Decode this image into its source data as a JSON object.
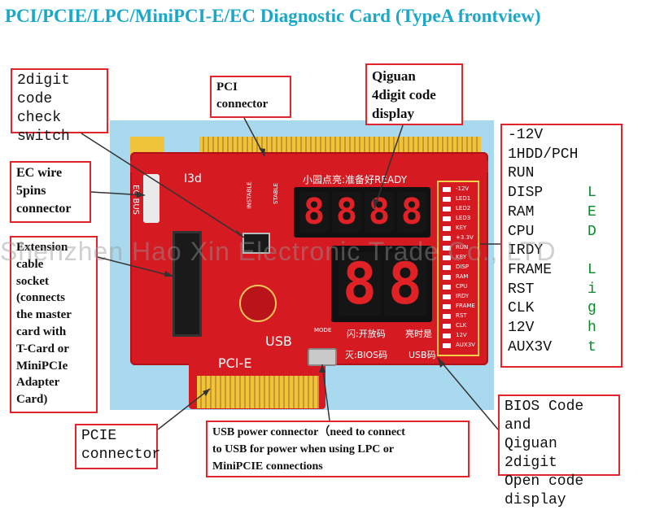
{
  "title": "PCI/PCIE/LPC/MiniPCI-E/EC Diagnostic Card (TypeA frontview)",
  "watermark": "Shenzhen Hao Xin Electronic Trade Co., LTD",
  "board": {
    "label_i3d": "I3d",
    "label_ecbus": "EC BUS",
    "label_ready": "小园点亮:准备好READY",
    "label_instable": "INSTABLE",
    "label_stable": "STABLE",
    "label_usb": "USB",
    "label_mode": "MODE",
    "label_pcie": "PCI-E",
    "label_open": "闪:开放码",
    "label_on_bios": "灭:BIOS码",
    "label_lit": "亮时是",
    "label_usbcode": "USB码",
    "display4": [
      "8",
      "8",
      "8",
      "8"
    ],
    "display2": [
      "8",
      "8"
    ],
    "leds": [
      "-12V",
      "LED1",
      "LED2",
      "LED3",
      "KEY",
      "+3.3V",
      "RUN",
      "KEY",
      "DISP",
      "RAM",
      "CPU",
      "IRDY",
      "FRAME",
      "RST",
      "CLK",
      "12V",
      "AUX3V"
    ]
  },
  "callouts": {
    "switch": [
      "2digit",
      "code check",
      "switch"
    ],
    "pci": [
      "PCI",
      "connector"
    ],
    "qiguan4": [
      "Qiguan",
      "4digit code",
      "display"
    ],
    "ecwire": [
      "EC wire",
      "5pins",
      "connector"
    ],
    "extension": [
      "Extension",
      "cable",
      "socket",
      "(connects",
      "the master",
      "card with",
      "T-Card or",
      "MiniPCIe",
      "Adapter",
      "Card)"
    ],
    "pcie": [
      "PCIE",
      "connector"
    ],
    "usbpower": [
      "USB power connector（need to connect",
      "to USB for power when using LPC or",
      "MiniPCIE connections"
    ],
    "bios": [
      "BIOS Code and",
      "Qiguan 2digit",
      "Open code",
      "display"
    ]
  },
  "signals": [
    "-12V",
    "1HDD/PCH",
    "RUN",
    "DISP",
    "RAM",
    "CPU",
    "IRDY",
    "FRAME",
    "RST",
    "CLK",
    "12V",
    "AUX3V"
  ],
  "led_word": [
    "L",
    "E",
    "D",
    "",
    "L",
    "i",
    "g",
    "h",
    "t"
  ]
}
